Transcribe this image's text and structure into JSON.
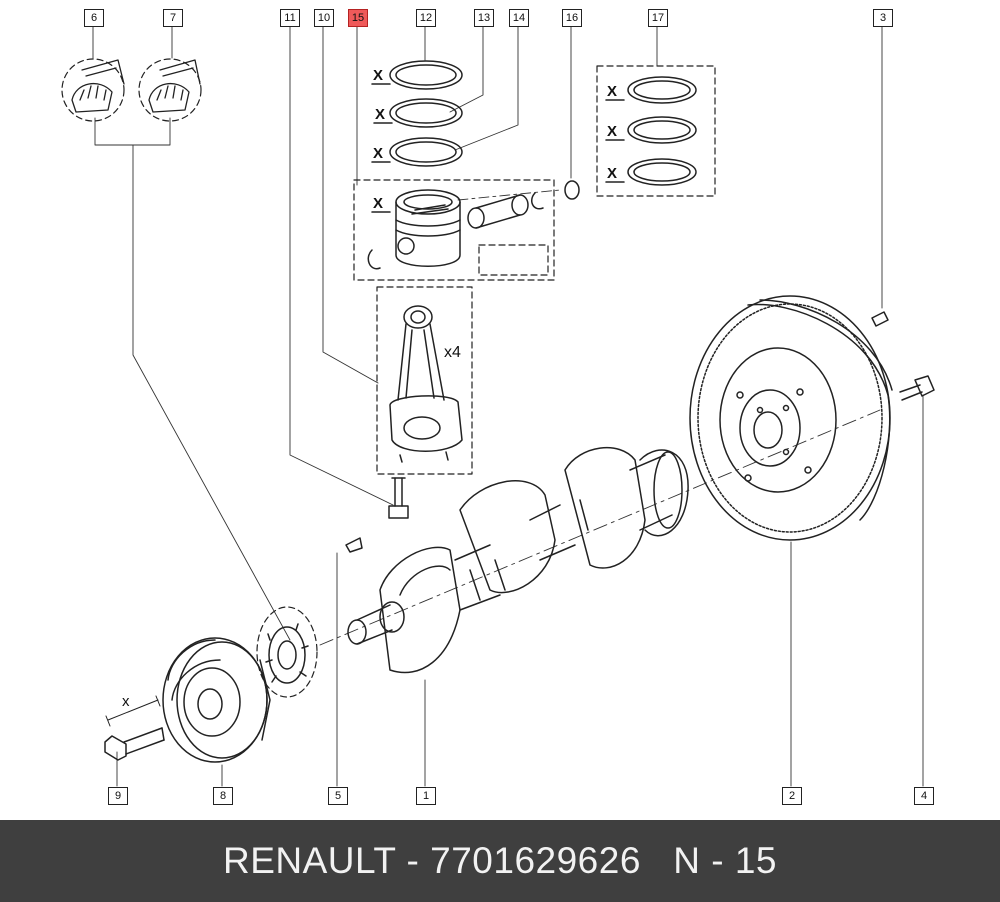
{
  "diagram": {
    "callouts": [
      {
        "id": "6",
        "label": "6",
        "highlight": false
      },
      {
        "id": "7",
        "label": "7",
        "highlight": false
      },
      {
        "id": "11",
        "label": "11",
        "highlight": false
      },
      {
        "id": "10",
        "label": "10",
        "highlight": false
      },
      {
        "id": "15",
        "label": "15",
        "highlight": true
      },
      {
        "id": "12",
        "label": "12",
        "highlight": false
      },
      {
        "id": "13",
        "label": "13",
        "highlight": false
      },
      {
        "id": "14",
        "label": "14",
        "highlight": false
      },
      {
        "id": "16",
        "label": "16",
        "highlight": false
      },
      {
        "id": "17",
        "label": "17",
        "highlight": false
      },
      {
        "id": "3",
        "label": "3",
        "highlight": false
      },
      {
        "id": "9",
        "label": "9",
        "highlight": false
      },
      {
        "id": "8",
        "label": "8",
        "highlight": false
      },
      {
        "id": "5",
        "label": "5",
        "highlight": false
      },
      {
        "id": "1",
        "label": "1",
        "highlight": false
      },
      {
        "id": "2",
        "label": "2",
        "highlight": false
      },
      {
        "id": "4",
        "label": "4",
        "highlight": false
      }
    ],
    "marks": {
      "replace": "X",
      "quantity": "x4",
      "bolt_length": "x"
    },
    "highlight_color": "#ef5a5a"
  },
  "footer": {
    "text": "RENAULT - 7701629626   N - 15",
    "background": "#3f3f3f"
  }
}
